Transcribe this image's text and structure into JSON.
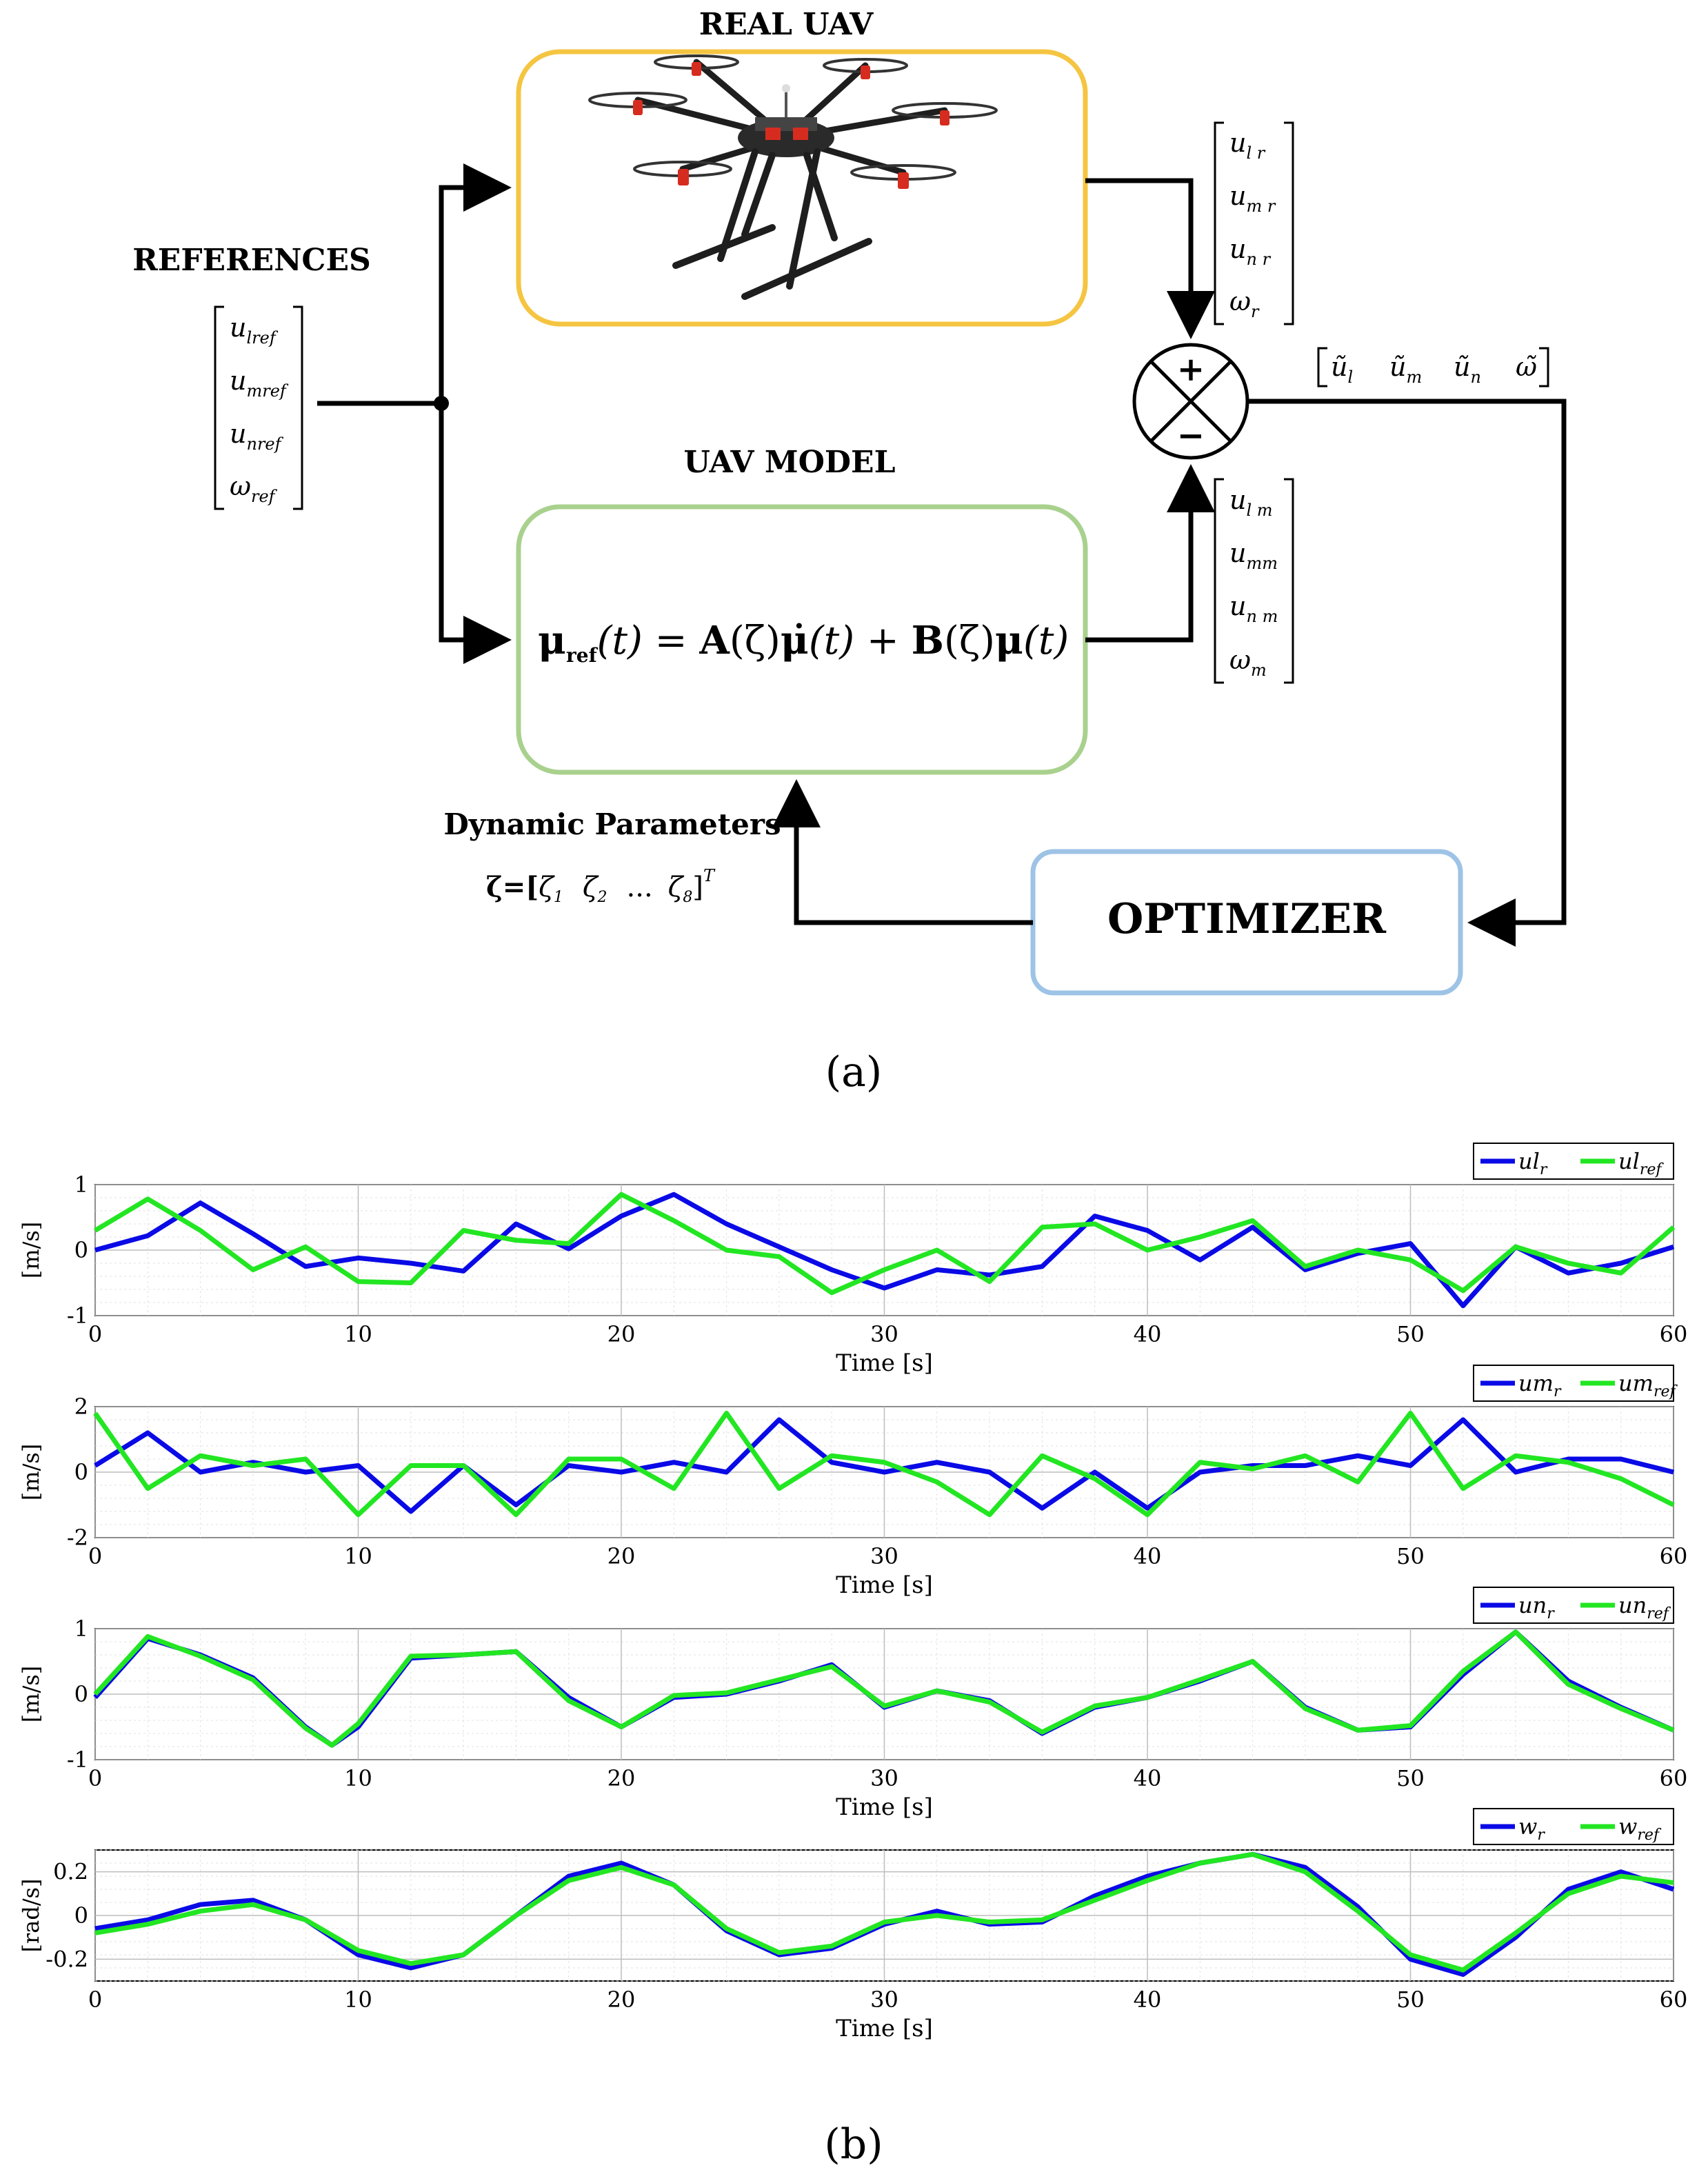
{
  "figure_a": {
    "caption": "(a)",
    "blocks": {
      "real_uav_title": "REAL UAV",
      "uav_model_title": "UAV MODEL",
      "optimizer_label": "OPTIMIZER",
      "references_title": "REFERENCES",
      "model_equation": {
        "mu_ref": "μ",
        "ref_sub": "ref",
        "t_left": "(t) = ",
        "A": "A",
        "zeta1": "(ζ)",
        "mu_dot": "μ̇",
        "t_mid": "(t) + ",
        "B": "B",
        "zeta2": "(ζ)",
        "mu2": "μ",
        "t_right": "(t)"
      },
      "dynamic_parameters_title": "Dynamic Parameters",
      "dynamic_parameters_vector": {
        "zeta_eq": "ζ=[",
        "zeta1": "ζ",
        "sub1": "1",
        "zeta2": "ζ",
        "sub2": "2",
        "dots": "...",
        "zeta8": "ζ",
        "sub8": "8",
        "close": "]",
        "T": "T"
      }
    },
    "references_vector": [
      {
        "base": "u",
        "sub": "lref"
      },
      {
        "base": "u",
        "sub": "mref"
      },
      {
        "base": "u",
        "sub": "nref"
      },
      {
        "base": "ω",
        "sub": "ref"
      }
    ],
    "real_output_vector": [
      {
        "base": "u",
        "sub": "l r"
      },
      {
        "base": "u",
        "sub": "m r"
      },
      {
        "base": "u",
        "sub": "n r"
      },
      {
        "base": "ω",
        "sub": "r"
      }
    ],
    "model_output_vector": [
      {
        "base": "u",
        "sub": "l m"
      },
      {
        "base": "u",
        "sub": "mm"
      },
      {
        "base": "u",
        "sub": "n m"
      },
      {
        "base": "ω",
        "sub": "m"
      }
    ],
    "error_vector": [
      {
        "base": "ũ",
        "sub": "l"
      },
      {
        "base": "ũ",
        "sub": "m"
      },
      {
        "base": "ũ",
        "sub": "n"
      },
      {
        "base": "ω̃",
        "sub": ""
      }
    ],
    "summing_junction": {
      "plus": "+",
      "minus": "−"
    },
    "colors": {
      "real_uav_border": "#f5c542",
      "uav_model_border": "#a9d18e",
      "optimizer_border": "#9dc3e6",
      "arrows": "#000000"
    }
  },
  "figure_b": {
    "caption": "(b)",
    "colors": {
      "measured": "#0a0ae6",
      "reference": "#22e622"
    },
    "chart_data": [
      {
        "type": "line",
        "xlabel": "Time [s]",
        "ylabel": "[m/s]",
        "xlim": [
          0,
          60
        ],
        "ylim": [
          -1,
          1
        ],
        "xticks": [
          0,
          10,
          20,
          30,
          40,
          50,
          60
        ],
        "yticks": [
          -1,
          0,
          1
        ],
        "grid": true,
        "legend_position": "top-right",
        "legend": [
          {
            "base": "ul",
            "sub": "r"
          },
          {
            "base": "ul",
            "sub": "ref"
          }
        ],
        "series": [
          {
            "name": "ul_r",
            "x": [
              0,
              2,
              4,
              6,
              8,
              10,
              12,
              14,
              16,
              18,
              20,
              22,
              24,
              26,
              28,
              30,
              32,
              34,
              36,
              38,
              40,
              42,
              44,
              46,
              48,
              50,
              52,
              54,
              56,
              58,
              60
            ],
            "y": [
              0.0,
              0.22,
              0.72,
              0.25,
              -0.25,
              -0.12,
              -0.2,
              -0.32,
              0.4,
              0.02,
              0.52,
              0.85,
              0.4,
              0.05,
              -0.3,
              -0.58,
              -0.3,
              -0.38,
              -0.25,
              0.52,
              0.3,
              -0.15,
              0.35,
              -0.3,
              -0.05,
              0.1,
              -0.85,
              0.05,
              -0.35,
              -0.2,
              0.05
            ]
          },
          {
            "name": "ul_ref",
            "x": [
              0,
              2,
              4,
              6,
              8,
              10,
              12,
              14,
              16,
              18,
              20,
              22,
              24,
              26,
              28,
              30,
              32,
              34,
              36,
              38,
              40,
              42,
              44,
              46,
              48,
              50,
              52,
              54,
              56,
              58,
              60
            ],
            "y": [
              0.3,
              0.78,
              0.3,
              -0.3,
              0.05,
              -0.48,
              -0.5,
              0.3,
              0.15,
              0.1,
              0.85,
              0.45,
              0.0,
              -0.1,
              -0.65,
              -0.3,
              0.0,
              -0.48,
              0.35,
              0.4,
              0.0,
              0.2,
              0.45,
              -0.25,
              0.0,
              -0.15,
              -0.62,
              0.05,
              -0.2,
              -0.35,
              0.35
            ]
          }
        ]
      },
      {
        "type": "line",
        "xlabel": "Time [s]",
        "ylabel": "[m/s]",
        "xlim": [
          0,
          60
        ],
        "ylim": [
          -2,
          2
        ],
        "xticks": [
          0,
          10,
          20,
          30,
          40,
          50,
          60
        ],
        "yticks": [
          -2,
          0,
          2
        ],
        "grid": true,
        "legend_position": "top-right",
        "legend": [
          {
            "base": "um",
            "sub": "r"
          },
          {
            "base": "um",
            "sub": "ref"
          }
        ],
        "series": [
          {
            "name": "um_r",
            "x": [
              0,
              2,
              4,
              6,
              8,
              10,
              12,
              14,
              16,
              18,
              20,
              22,
              24,
              26,
              28,
              30,
              32,
              34,
              36,
              38,
              40,
              42,
              44,
              46,
              48,
              50,
              52,
              54,
              56,
              58,
              60
            ],
            "y": [
              0.2,
              1.2,
              0.0,
              0.3,
              0.0,
              0.2,
              -1.2,
              0.2,
              -1.0,
              0.2,
              0.0,
              0.3,
              0.0,
              1.6,
              0.3,
              0.0,
              0.3,
              0.0,
              -1.1,
              0.0,
              -1.1,
              0.0,
              0.2,
              0.2,
              0.5,
              0.2,
              1.6,
              0.0,
              0.4,
              0.4,
              0.0
            ]
          },
          {
            "name": "um_ref",
            "x": [
              0,
              2,
              4,
              6,
              8,
              10,
              12,
              14,
              16,
              18,
              20,
              22,
              24,
              26,
              28,
              30,
              32,
              34,
              36,
              38,
              40,
              42,
              44,
              46,
              48,
              50,
              52,
              54,
              56,
              58,
              60
            ],
            "y": [
              1.8,
              -0.5,
              0.5,
              0.2,
              0.4,
              -1.3,
              0.2,
              0.2,
              -1.3,
              0.4,
              0.4,
              -0.5,
              1.8,
              -0.5,
              0.5,
              0.3,
              -0.3,
              -1.3,
              0.5,
              -0.2,
              -1.3,
              0.3,
              0.1,
              0.5,
              -0.3,
              1.8,
              -0.5,
              0.5,
              0.3,
              -0.2,
              -1.0
            ]
          }
        ]
      },
      {
        "type": "line",
        "xlabel": "Time [s]",
        "ylabel": "[m/s]",
        "xlim": [
          0,
          60
        ],
        "ylim": [
          -1,
          1
        ],
        "xticks": [
          0,
          10,
          20,
          30,
          40,
          50,
          60
        ],
        "yticks": [
          -1,
          0,
          1
        ],
        "grid": true,
        "legend_position": "top-right",
        "legend": [
          {
            "base": "un",
            "sub": "r"
          },
          {
            "base": "un",
            "sub": "ref"
          }
        ],
        "series": [
          {
            "name": "un_r",
            "x": [
              0,
              2,
              4,
              6,
              8,
              9,
              10,
              12,
              14,
              16,
              18,
              20,
              22,
              24,
              26,
              28,
              30,
              32,
              34,
              36,
              38,
              40,
              42,
              44,
              46,
              48,
              50,
              52,
              54,
              56,
              58,
              60
            ],
            "y": [
              -0.05,
              0.85,
              0.6,
              0.25,
              -0.5,
              -0.78,
              -0.5,
              0.55,
              0.6,
              0.65,
              -0.05,
              -0.5,
              -0.05,
              0.0,
              0.2,
              0.45,
              -0.2,
              0.05,
              -0.1,
              -0.6,
              -0.2,
              -0.05,
              0.2,
              0.5,
              -0.2,
              -0.55,
              -0.5,
              0.3,
              0.95,
              0.2,
              -0.2,
              -0.55
            ]
          },
          {
            "name": "un_ref",
            "x": [
              0,
              2,
              4,
              6,
              8,
              9,
              10,
              12,
              14,
              16,
              18,
              20,
              22,
              24,
              26,
              28,
              30,
              32,
              34,
              36,
              38,
              40,
              42,
              44,
              46,
              48,
              50,
              52,
              54,
              56,
              58,
              60
            ],
            "y": [
              0.0,
              0.88,
              0.58,
              0.22,
              -0.52,
              -0.78,
              -0.45,
              0.58,
              0.6,
              0.65,
              -0.1,
              -0.5,
              -0.02,
              0.02,
              0.22,
              0.42,
              -0.18,
              0.05,
              -0.12,
              -0.58,
              -0.18,
              -0.05,
              0.22,
              0.5,
              -0.22,
              -0.55,
              -0.48,
              0.35,
              0.95,
              0.15,
              -0.22,
              -0.55
            ]
          }
        ]
      },
      {
        "type": "line",
        "xlabel": "Time [s]",
        "ylabel": "[rad/s]",
        "xlim": [
          0,
          60
        ],
        "ylim": [
          -0.3,
          0.3
        ],
        "xticks": [
          0,
          10,
          20,
          30,
          40,
          50,
          60
        ],
        "yticks": [
          -0.2,
          0,
          0.2
        ],
        "grid": true,
        "legend_position": "top-right",
        "legend": [
          {
            "base": "w",
            "sub": "r"
          },
          {
            "base": "w",
            "sub": "ref"
          }
        ],
        "series": [
          {
            "name": "w_r",
            "x": [
              0,
              2,
              4,
              6,
              8,
              10,
              12,
              14,
              16,
              18,
              20,
              22,
              24,
              26,
              28,
              30,
              32,
              34,
              36,
              38,
              40,
              42,
              44,
              46,
              48,
              50,
              52,
              54,
              56,
              58,
              60
            ],
            "y": [
              -0.06,
              -0.02,
              0.05,
              0.07,
              -0.02,
              -0.18,
              -0.24,
              -0.18,
              0.0,
              0.18,
              0.24,
              0.14,
              -0.07,
              -0.18,
              -0.15,
              -0.04,
              0.02,
              -0.04,
              -0.03,
              0.09,
              0.18,
              0.24,
              0.28,
              0.22,
              0.04,
              -0.2,
              -0.27,
              -0.1,
              0.12,
              0.2,
              0.12
            ]
          },
          {
            "name": "w_ref",
            "x": [
              0,
              2,
              4,
              6,
              8,
              10,
              12,
              14,
              16,
              18,
              20,
              22,
              24,
              26,
              28,
              30,
              32,
              34,
              36,
              38,
              40,
              42,
              44,
              46,
              48,
              50,
              52,
              54,
              56,
              58,
              60
            ],
            "y": [
              -0.08,
              -0.04,
              0.02,
              0.05,
              -0.02,
              -0.16,
              -0.22,
              -0.18,
              0.0,
              0.16,
              0.22,
              0.14,
              -0.06,
              -0.17,
              -0.14,
              -0.03,
              0.0,
              -0.03,
              -0.02,
              0.07,
              0.16,
              0.24,
              0.28,
              0.2,
              0.02,
              -0.18,
              -0.25,
              -0.08,
              0.1,
              0.18,
              0.15
            ]
          }
        ]
      }
    ]
  }
}
